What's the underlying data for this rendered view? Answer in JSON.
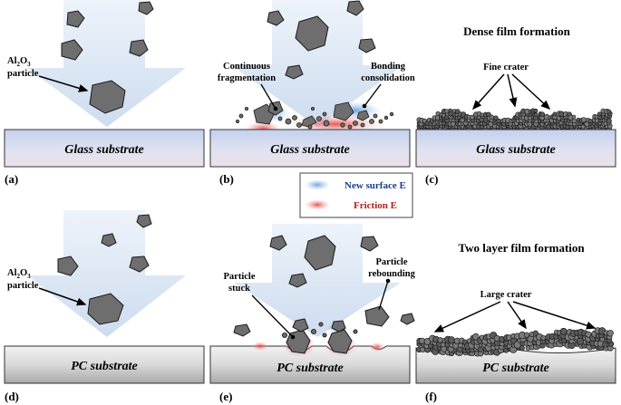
{
  "panels": {
    "a": {
      "letter": "(a)",
      "substrate": "Glass substrate",
      "particle_label_prefix": "Al",
      "particle_label_sub1": "2",
      "particle_label_mid": "O",
      "particle_label_sub2": "3",
      "particle_label_line2": "particle"
    },
    "b": {
      "letter": "(b)",
      "substrate": "Glass substrate",
      "callout_left_l1": "Continuous",
      "callout_left_l2": "fragmentation",
      "callout_right_l1": "Bonding",
      "callout_right_l2": "consolidation"
    },
    "c": {
      "letter": "(c)",
      "substrate": "Glass substrate",
      "heading": "Dense film formation",
      "callout": "Fine crater"
    },
    "d": {
      "letter": "(d)",
      "substrate": "PC substrate",
      "particle_label_prefix": "Al",
      "particle_label_sub1": "2",
      "particle_label_mid": "O",
      "particle_label_sub2": "3",
      "particle_label_line2": "particle"
    },
    "e": {
      "letter": "(e)",
      "substrate": "PC substrate",
      "callout_left_l1": "Particle",
      "callout_left_l2": "stuck",
      "callout_right_l1": "Particle",
      "callout_right_l2": "rebounding"
    },
    "f": {
      "letter": "(f)",
      "substrate": "PC substrate",
      "heading": "Two layer film formation",
      "callout": "Large crater"
    }
  },
  "legend": {
    "items": [
      {
        "label": "New surface E",
        "color": "#7aa8e0"
      },
      {
        "label": "Friction E",
        "color": "#e06060"
      }
    ]
  },
  "colors": {
    "glass_top": "#c9d4ef",
    "glass_bottom": "#e6dbe6",
    "pc_top": "#e8e8e8",
    "pc_bottom": "#b0b0b0",
    "arrow_fill": "#dbe6f4",
    "particle_fill": "#6e6e6e",
    "particle_stroke": "#1a1a1a"
  }
}
